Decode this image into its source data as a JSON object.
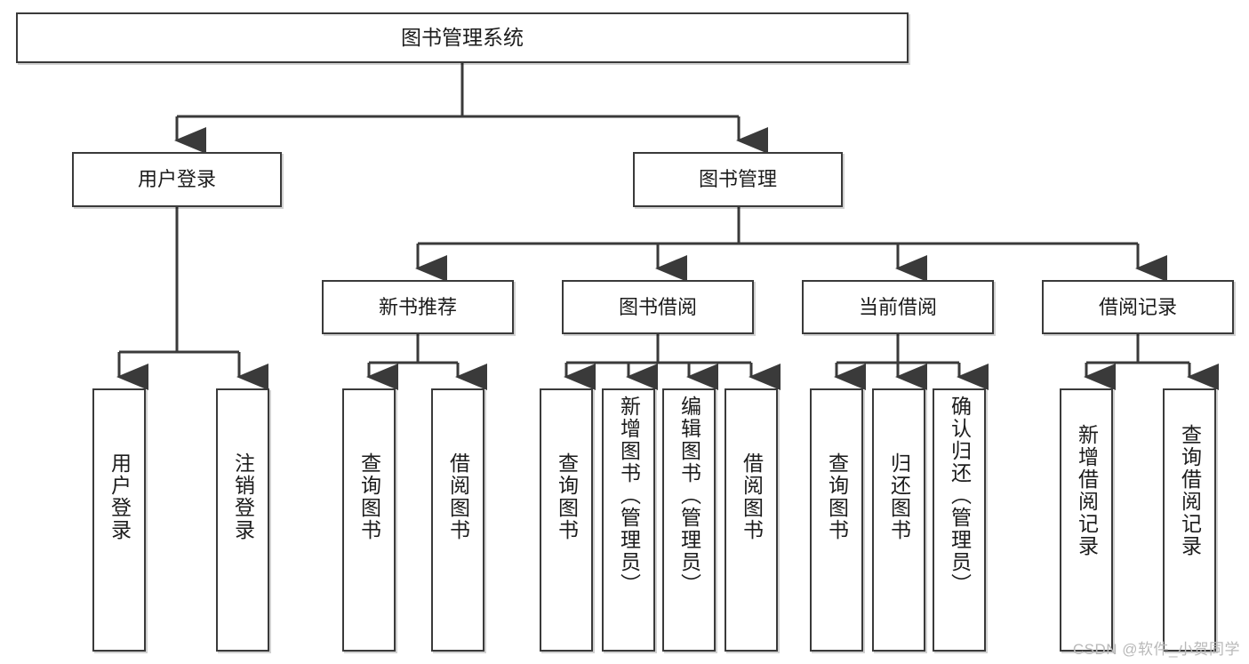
{
  "diagram": {
    "title": "图书管理系统",
    "type": "tree-hierarchy-chart",
    "root": {
      "label": "图书管理系统"
    },
    "level2": [
      {
        "label": "用户登录"
      },
      {
        "label": "图书管理"
      }
    ],
    "level3": [
      {
        "label": "新书推荐"
      },
      {
        "label": "图书借阅"
      },
      {
        "label": "当前借阅"
      },
      {
        "label": "借阅记录"
      }
    ],
    "leaves": {
      "user_login": [
        {
          "label": "用户登录"
        },
        {
          "label": "注销登录"
        }
      ],
      "new_book_recommend": [
        {
          "label": "查询图书"
        },
        {
          "label": "借阅图书"
        }
      ],
      "book_borrow": [
        {
          "label": "查询图书"
        },
        {
          "label": "新增图书（管理员）"
        },
        {
          "label": "编辑图书（管理员）"
        },
        {
          "label": "借阅图书"
        }
      ],
      "current_borrow": [
        {
          "label": "查询图书"
        },
        {
          "label": "归还图书"
        },
        {
          "label": "确认归还（管理员）"
        }
      ],
      "borrow_record": [
        {
          "label": "新增借阅记录"
        },
        {
          "label": "查询借阅记录"
        }
      ]
    }
  },
  "watermark": {
    "text": "CSDN @软件_小贺同学"
  },
  "colors": {
    "border": "#3a3a3a",
    "text": "#1c1c1c",
    "background": "#ffffff",
    "watermark": "#b9b9b9"
  }
}
